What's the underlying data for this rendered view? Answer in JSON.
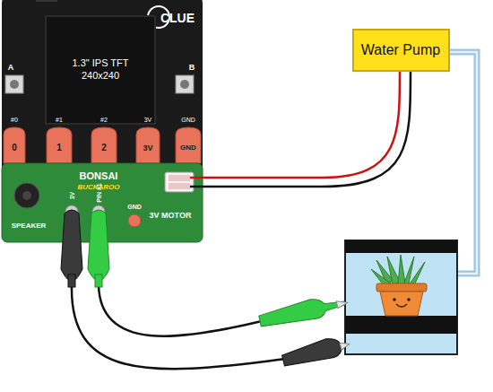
{
  "diagram": {
    "nodes": [
      {
        "text": [
          "Water Pump"
        ]
      },
      {
        "text": [
          "1.3\" IPS TFT 240x240"
        ]
      }
    ],
    "labels": [
      "CLUE",
      "A",
      "B",
      "#0",
      "#1",
      "#2",
      "3V",
      "GND",
      "0",
      "1",
      "2",
      "3V",
      "GND",
      "BONSAI",
      "BUCKAROO",
      "SPEAKER",
      "3V",
      "PIN #1",
      "GND",
      "3V MOTOR"
    ]
  }
}
